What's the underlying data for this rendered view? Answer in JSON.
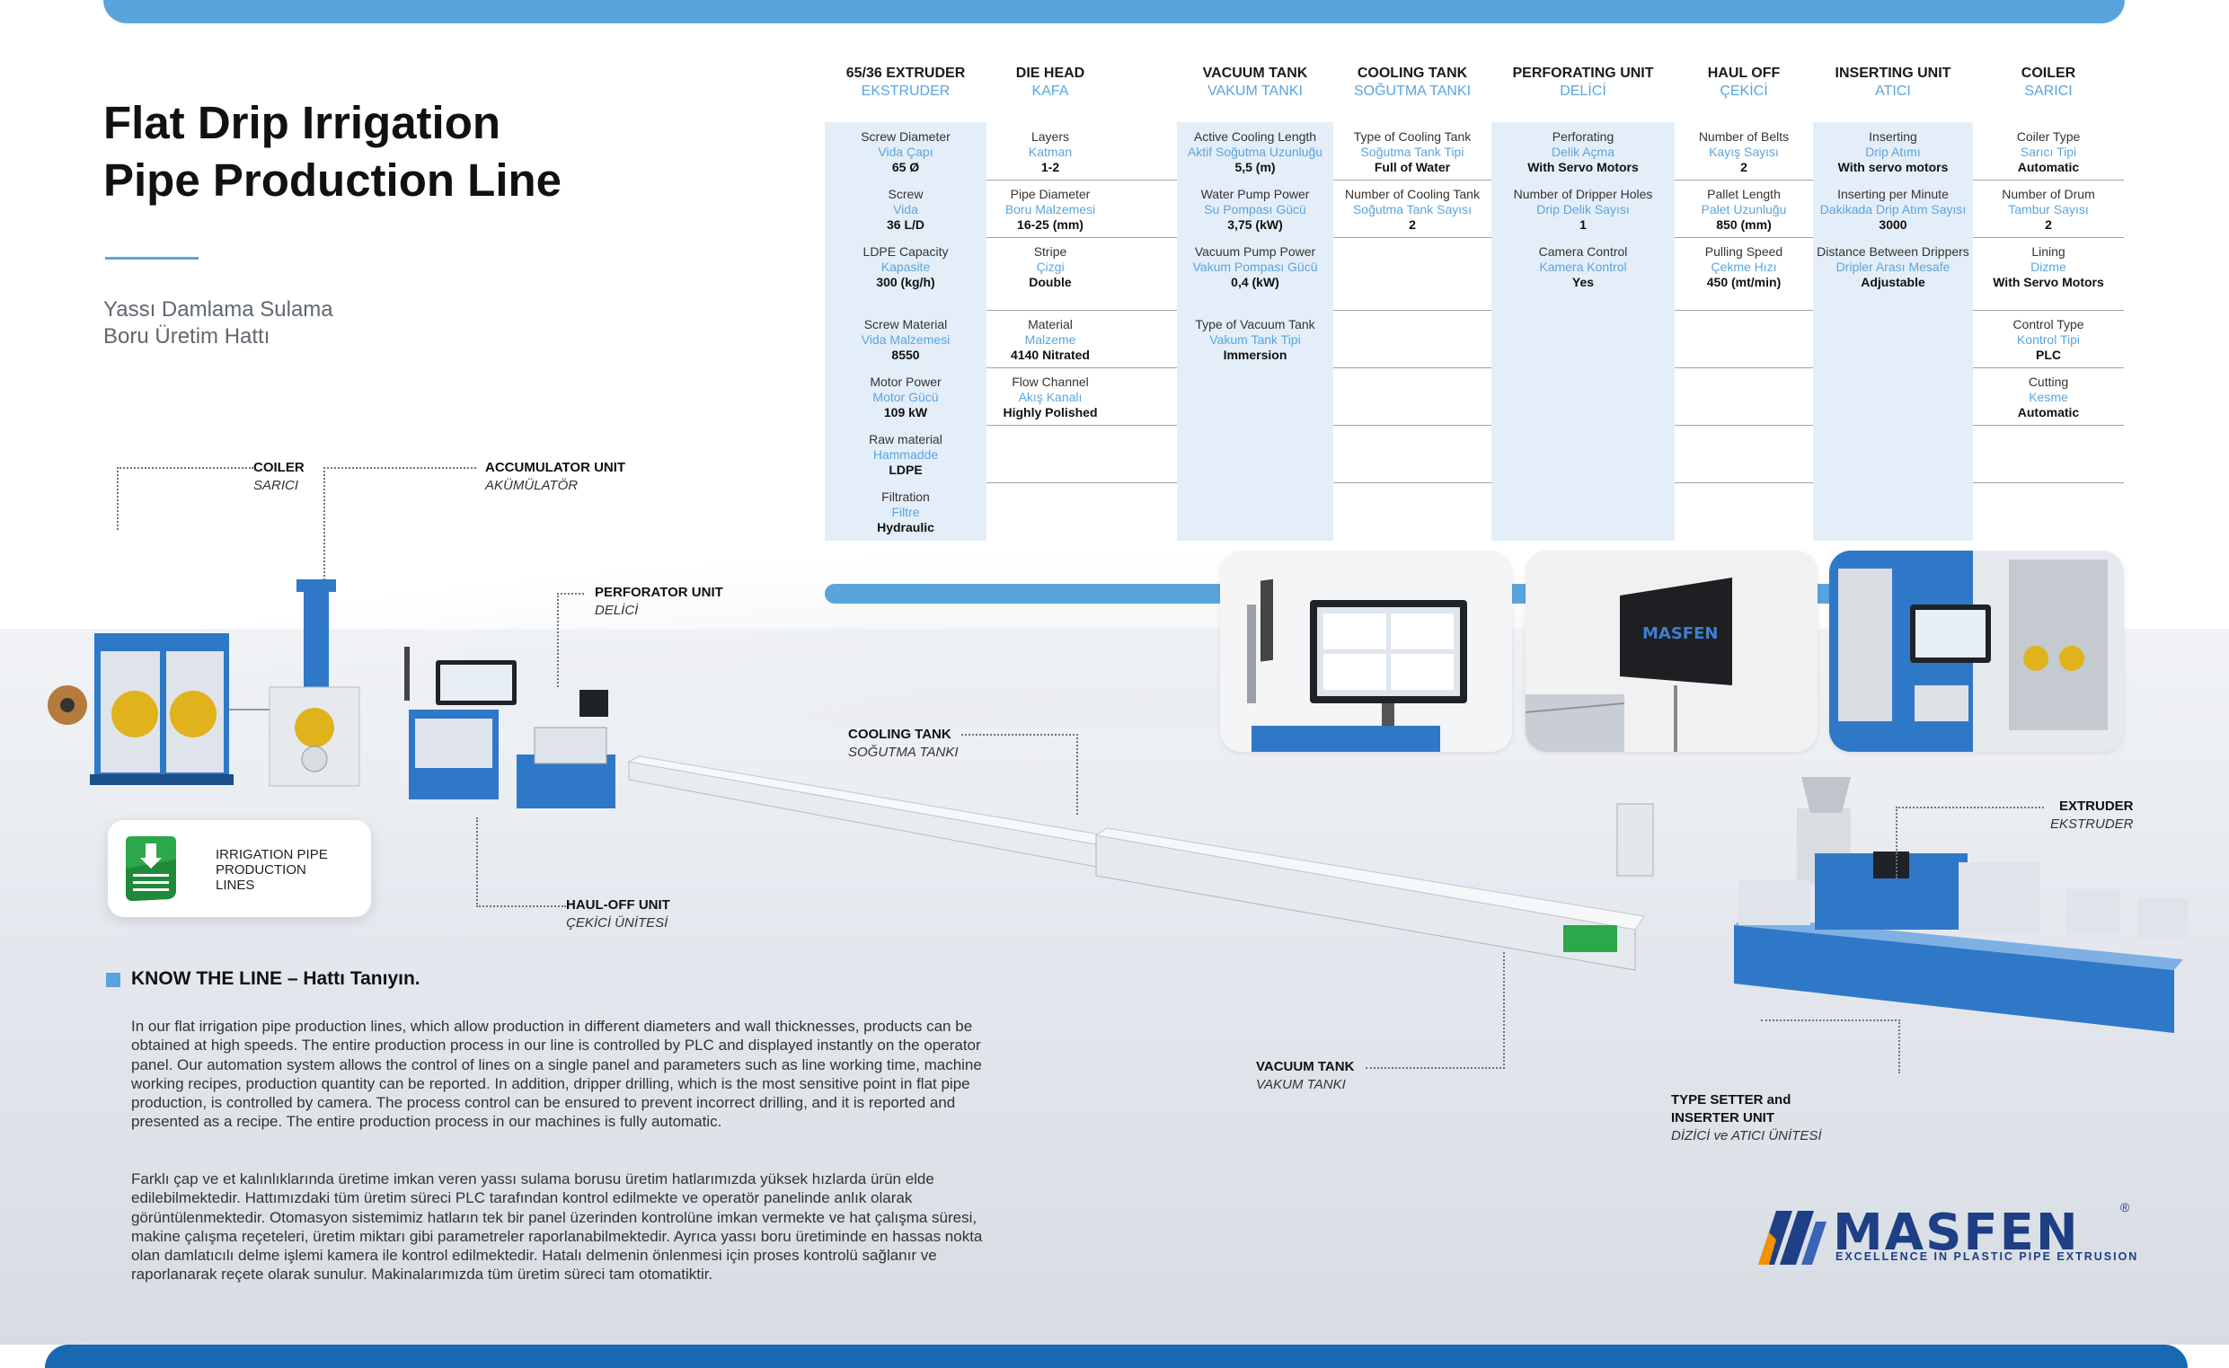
{
  "title": {
    "line1": "Flat Drip Irrigation",
    "line2": "Pipe Production Line",
    "sub_line1": "Yassı Damlama Sulama",
    "sub_line2": "Boru Üretim Hattı"
  },
  "spec_table": {
    "columns": [
      {
        "en": "65/36 EXTRUDER",
        "tr": "EKSTRUDER",
        "cells": [
          {
            "l": "Screw Diameter",
            "t": "Vida Çapı",
            "v": "65 Ø"
          },
          {
            "l": "Screw",
            "t": "Vida",
            "v": "36 L/D"
          },
          {
            "l": "LDPE Capacity",
            "t": "Kapasite",
            "v": "300 (kg/h)"
          },
          {
            "l": "Screw Material",
            "t": "Vida Malzemesi",
            "v": "8550"
          },
          {
            "l": "Motor Power",
            "t": "Motor Gücü",
            "v": "109 kW"
          },
          {
            "l": "Raw material",
            "t": "Hammadde",
            "v": "LDPE"
          },
          {
            "l": "Filtration",
            "t": "Filtre",
            "v": "Hydraulic"
          }
        ]
      },
      {
        "en": "DIE HEAD",
        "tr": "KAFA",
        "cells": [
          {
            "l": "Layers",
            "t": "Katman",
            "v": "1-2"
          },
          {
            "l": "Pipe Diameter",
            "t": "Boru Malzemesi",
            "v": "16-25 (mm)"
          },
          {
            "l": "Stripe",
            "t": "Çizgi",
            "v": "Double"
          },
          {
            "l": "Material",
            "t": "Malzeme",
            "v": "4140 Nitrated"
          },
          {
            "l": "Flow Channel",
            "t": "Akış Kanalı",
            "v": "Highly Polished"
          }
        ]
      },
      {
        "en": "VACUUM TANK",
        "tr": "VAKUM TANKI",
        "cells": [
          {
            "l": "Active Cooling Length",
            "t": "Aktif Soğutma Uzunluğu",
            "v": "5,5 (m)"
          },
          {
            "l": "Water Pump Power",
            "t": "Su Pompası Gücü",
            "v": "3,75 (kW)"
          },
          {
            "l": "Vacuum Pump Power",
            "t": "Vakum Pompası Gücü",
            "v": "0,4 (kW)"
          },
          {
            "l": "Type of Vacuum Tank",
            "t": "Vakum Tank Tipi",
            "v": "Immersion"
          }
        ]
      },
      {
        "en": "COOLING TANK",
        "tr": "SOĞUTMA TANKI",
        "cells": [
          {
            "l": "Type of Cooling Tank",
            "t": "Soğutma Tank Tipi",
            "v": "Full of Water"
          },
          {
            "l": "Number of Cooling Tank",
            "t": "Soğutma Tank Sayısı",
            "v": "2"
          }
        ]
      },
      {
        "en": "PERFORATING UNIT",
        "tr": "DELİCİ",
        "cells": [
          {
            "l": "Perforating",
            "t": "Delik Açma",
            "v": "With Servo Motors"
          },
          {
            "l": "Number of Dripper Holes",
            "t": "Drip Delik Sayısı",
            "v": "1"
          },
          {
            "l": "Camera Control",
            "t": "Kamera Kontrol",
            "v": "Yes"
          }
        ]
      },
      {
        "en": "HAUL OFF",
        "tr": "ÇEKİCİ",
        "cells": [
          {
            "l": "Number of Belts",
            "t": "Kayış Sayısı",
            "v": "2"
          },
          {
            "l": "Pallet Length",
            "t": "Palet Uzunluğu",
            "v": "850 (mm)"
          },
          {
            "l": "Pulling Speed",
            "t": "Çekme Hızı",
            "v": "450 (mt/min)"
          }
        ]
      },
      {
        "en": "INSERTING UNIT",
        "tr": "ATICI",
        "cells": [
          {
            "l": "Inserting",
            "t": "Drip Atımı",
            "v": "With servo motors"
          },
          {
            "l": "Inserting per Minute",
            "t": "Dakikada Drip Atım Sayısı",
            "v": "3000"
          },
          {
            "l": "Distance Between Drippers",
            "t": "Dripler Arası Mesafe",
            "v": "Adjustable"
          }
        ]
      },
      {
        "en": "COILER",
        "tr": "SARICI",
        "cells": [
          {
            "l": "Coiler Type",
            "t": "Sarıcı Tipi",
            "v": "Automatic"
          },
          {
            "l": "Number of Drum",
            "t": "Tambur Sayısı",
            "v": "2"
          },
          {
            "l": "Lining",
            "t": "Dizme",
            "v": "With Servo Motors"
          },
          {
            "l": "Control Type",
            "t": "Kontrol Tipi",
            "v": "PLC"
          },
          {
            "l": "Cutting",
            "t": "Kesme",
            "v": "Automatic"
          }
        ]
      }
    ]
  },
  "machine_labels": {
    "coiler": {
      "en": "COILER",
      "tr": "SARICI"
    },
    "accumulator": {
      "en": "ACCUMULATOR UNIT",
      "tr": "AKÜMÜLATÖR"
    },
    "perforator": {
      "en": "PERFORATOR UNIT",
      "tr": "DELİCİ"
    },
    "cooling": {
      "en": "COOLING TANK",
      "tr": "SOĞUTMA TANKI"
    },
    "extruder": {
      "en": "EXTRUDER",
      "tr": "EKSTRUDER"
    },
    "haul_off": {
      "en": "HAUL-OFF UNIT",
      "tr": "ÇEKİCİ ÜNİTESİ"
    },
    "vacuum": {
      "en": "VACUUM TANK",
      "tr": "VAKUM TANKI"
    },
    "type_setter": {
      "en1": "TYPE SETTER and",
      "en2": "INSERTER UNIT",
      "tr": "DİZİCİ ve ATICI ÜNİTESİ"
    }
  },
  "badge": {
    "line1": "IRRIGATION PIPE",
    "line2": "PRODUCTION",
    "line3": "LINES",
    "icon": "irrigation-pipe-icon"
  },
  "know_the_line": {
    "title": "KNOW THE LINE – Hattı Tanıyın.",
    "paragraph_en": "In our flat irrigation pipe production lines, which allow production in different diameters and wall thicknesses, products can be obtained at high speeds. The entire production process in our line is controlled by PLC and displayed instantly on the operator panel. Our automation system allows the control of lines on a single panel and parameters such as line working time, machine working recipes, production quantity can be reported. In addition, dripper drilling, which is the most sensitive point in flat pipe production, is controlled by camera. The process control can be ensured to prevent incorrect drilling, and it is reported and presented as a recipe. The entire production process in our machines is fully automatic.",
    "paragraph_tr": "Farklı çap ve et kalınlıklarında üretime imkan veren yassı sulama borusu üretim hatlarımızda yüksek hızlarda ürün elde edilebilmektedir. Hattımızdaki tüm üretim süreci PLC tarafından kontrol edilmekte ve operatör panelinde anlık olarak görüntülenmektedir. Otomasyon sistemimiz hatların tek bir panel üzerinden kontrolüne imkan vermekte ve hat çalışma süresi, makine çalışma reçeteleri, üretim miktarı gibi parametreler raporlanabilmektedir. Ayrıca yassı boru üretiminde en hassas nokta olan damlatıcılı delme işlemi kamera ile kontrol edilmektedir. Hatalı delmenin önlenmesi için proses kontrolü sağlanır ve raporlanarak reçete olarak sunulur. Makinalarımızda tüm üretim süreci tam otomatiktir."
  },
  "logo": {
    "word": "MASFEN",
    "reg": "®",
    "tagline": "EXCELLENCE IN PLASTIC PIPE EXTRUSION",
    "screen_text": "MASFEN"
  },
  "colors": {
    "accent": "#5aa4de",
    "brand_navy": "#1e3e86",
    "brand_orange": "#f39200",
    "machine_blue": "#2f78c8",
    "table_shade": "#e4eef8"
  }
}
